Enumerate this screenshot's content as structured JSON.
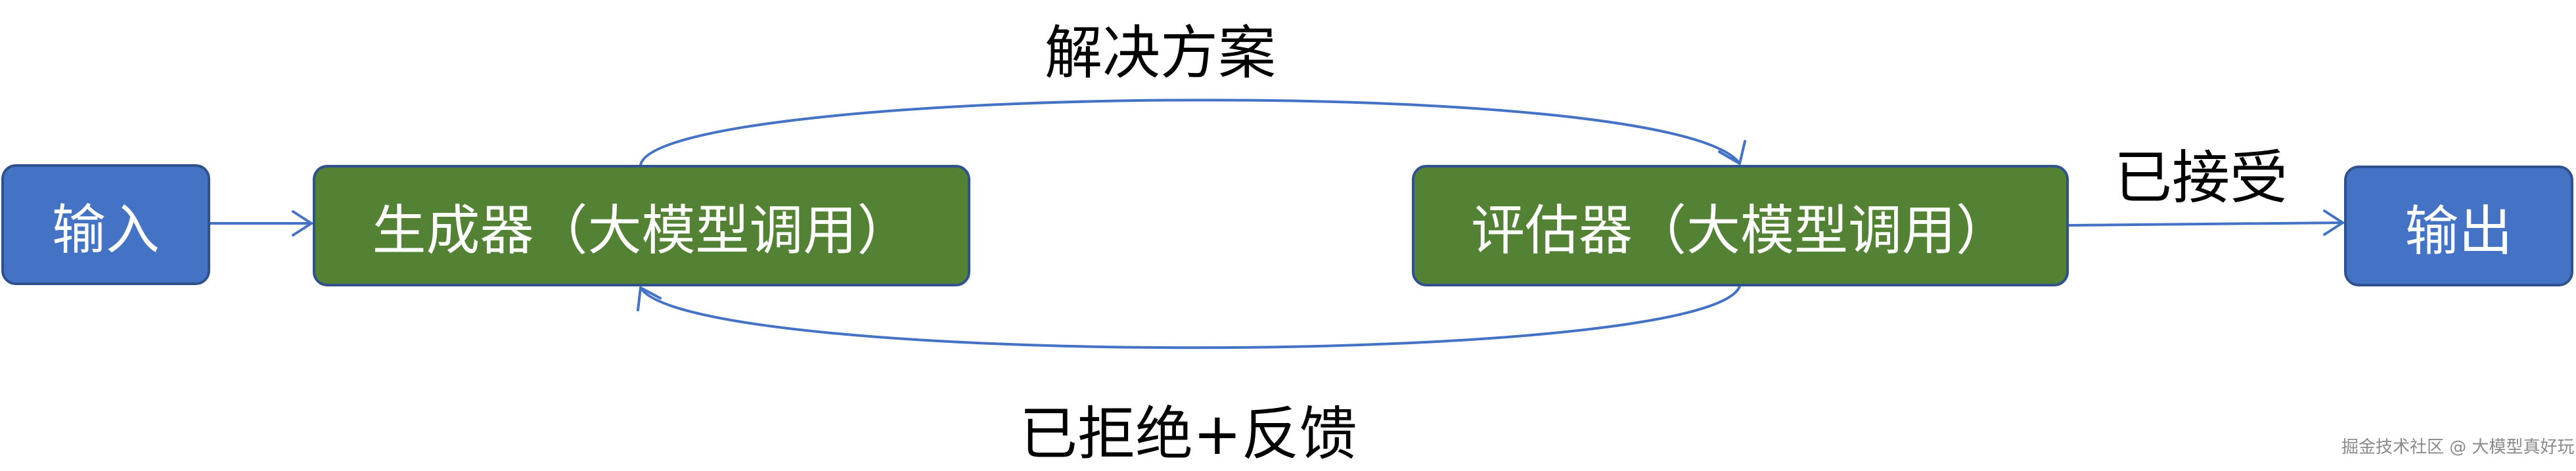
{
  "nodes": {
    "input": "输入",
    "generator": "生成器（大模型调用）",
    "evaluator": "评估器（大模型调用）",
    "output": "输出"
  },
  "edges": {
    "solution": "解决方案",
    "accepted": "已接受",
    "rejected_feedback": "已拒绝+反馈"
  },
  "watermark": "掘金技术社区 @ 大模型真好玩",
  "colors": {
    "io_fill": "#4472c4",
    "model_fill": "#548235",
    "border": "#2f528f",
    "arrow": "#4472c4"
  }
}
